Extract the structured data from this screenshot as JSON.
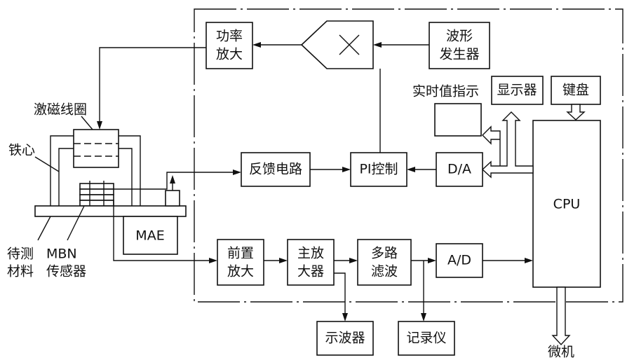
{
  "blocks": {
    "power_amp": [
      "功率",
      "放大"
    ],
    "wave_gen": [
      "波形",
      "发生器"
    ],
    "display": "显示器",
    "keyboard": "键盘",
    "rt_indicator": "实时值指示",
    "feedback": "反馈电路",
    "pi_control": "PI控制",
    "da": "D/A",
    "cpu": "CPU",
    "preamp": [
      "前置",
      "放大"
    ],
    "main_amp": [
      "主放",
      "大器"
    ],
    "filter": [
      "多路",
      "滤波"
    ],
    "ad": "A/D",
    "oscilloscope": "示波器",
    "recorder": "记录仪",
    "mae": "MAE"
  },
  "labels": {
    "excitation_coil": "激磁线圈",
    "iron_core": "铁心",
    "material": [
      "待测",
      "材料"
    ],
    "sensor": [
      "MBN",
      "传感器"
    ],
    "microcomputer": "微机"
  }
}
